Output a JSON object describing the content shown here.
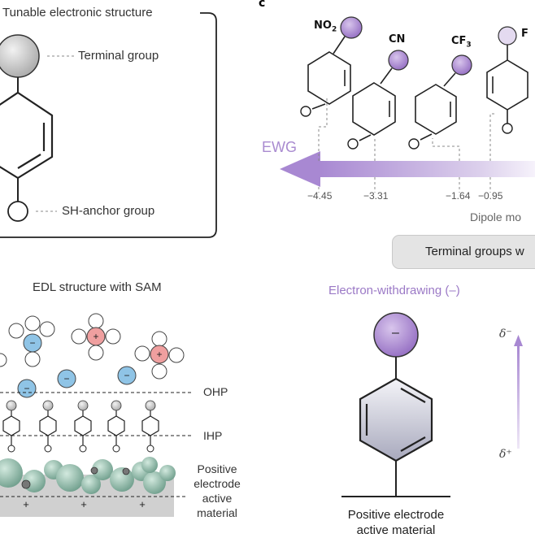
{
  "panel_letter": "c",
  "top_left": {
    "title": "Tunable electronic structure",
    "terminal_label": "Terminal group",
    "anchor_label": "SH-anchor group"
  },
  "edl": {
    "title": "EDL structure with SAM",
    "ohp": "OHP",
    "ihp": "IHP",
    "electrode_label": [
      "Positive",
      "electrode",
      "active",
      "material"
    ]
  },
  "dipole": {
    "groups": [
      {
        "name": "NO",
        "sub": "2",
        "value": "−4.45"
      },
      {
        "name": "CN",
        "sub": "",
        "value": "−3.31"
      },
      {
        "name": "CF",
        "sub": "3",
        "value": "−1.64"
      },
      {
        "name": "F",
        "sub": "",
        "value": "−0.95"
      }
    ],
    "ewg_label": "EWG",
    "axis_label": "Dipole mo",
    "pill_text": "Terminal groups w"
  },
  "bottom_right": {
    "title": "Electron-withdrawing (–)",
    "minus": "–",
    "electrode_label": [
      "Positive electrode",
      "active material"
    ],
    "delta_minus": "δ⁻",
    "delta_plus": "δ⁺"
  },
  "colors": {
    "purple_dark": "#8c64be",
    "purple_light": "#d9c8ec",
    "ion_blue": "#8fc4e6",
    "ion_red": "#ef9f9f",
    "particle_teal": "#8fbcaa"
  }
}
